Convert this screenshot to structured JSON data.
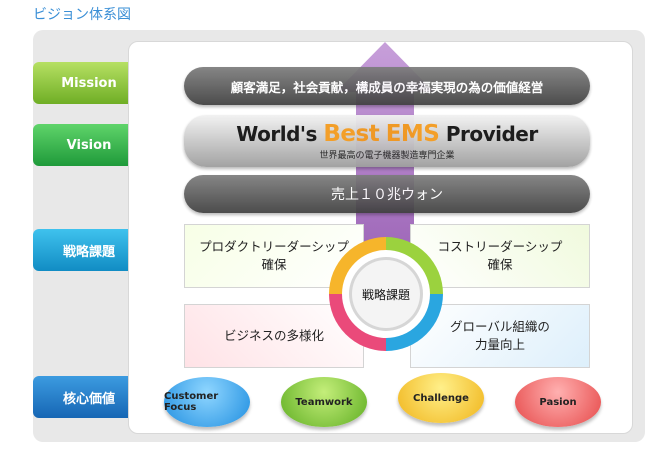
{
  "title": "ビジョン体系図",
  "labels": {
    "mission": "Mission",
    "vision": "Vision",
    "strategy": "戦略課題",
    "core": "核心価値"
  },
  "mission_text": "顧客満足，社会貢献，構成員の幸福実現の為の価値経営",
  "vision": {
    "part1": "World's ",
    "part2": "Best",
    "part3": " ",
    "part4": "EMS",
    "part5": " Provider",
    "sub": "世界最高の電子機器製造専門企業"
  },
  "goal": "売上１０兆ウォン",
  "strategy": {
    "center": "戦略課題",
    "tl": "プロダクトリーダーシップ\n確保",
    "tr": "コストリーダーシップ\n確保",
    "bl": "ビジネスの多様化",
    "br": "グローバル組織の\n力量向上"
  },
  "core_values": [
    "Customer Focus",
    "Teamwork",
    "Challenge",
    "Pasion"
  ],
  "colors": {
    "mission_label": "#8bc43f",
    "vision_label": "#2aa84a",
    "strategy_label": "#1aa0d8",
    "core_label": "#1f7fc8",
    "arrow": "#9b62b8",
    "orange": "#f39a1e"
  }
}
